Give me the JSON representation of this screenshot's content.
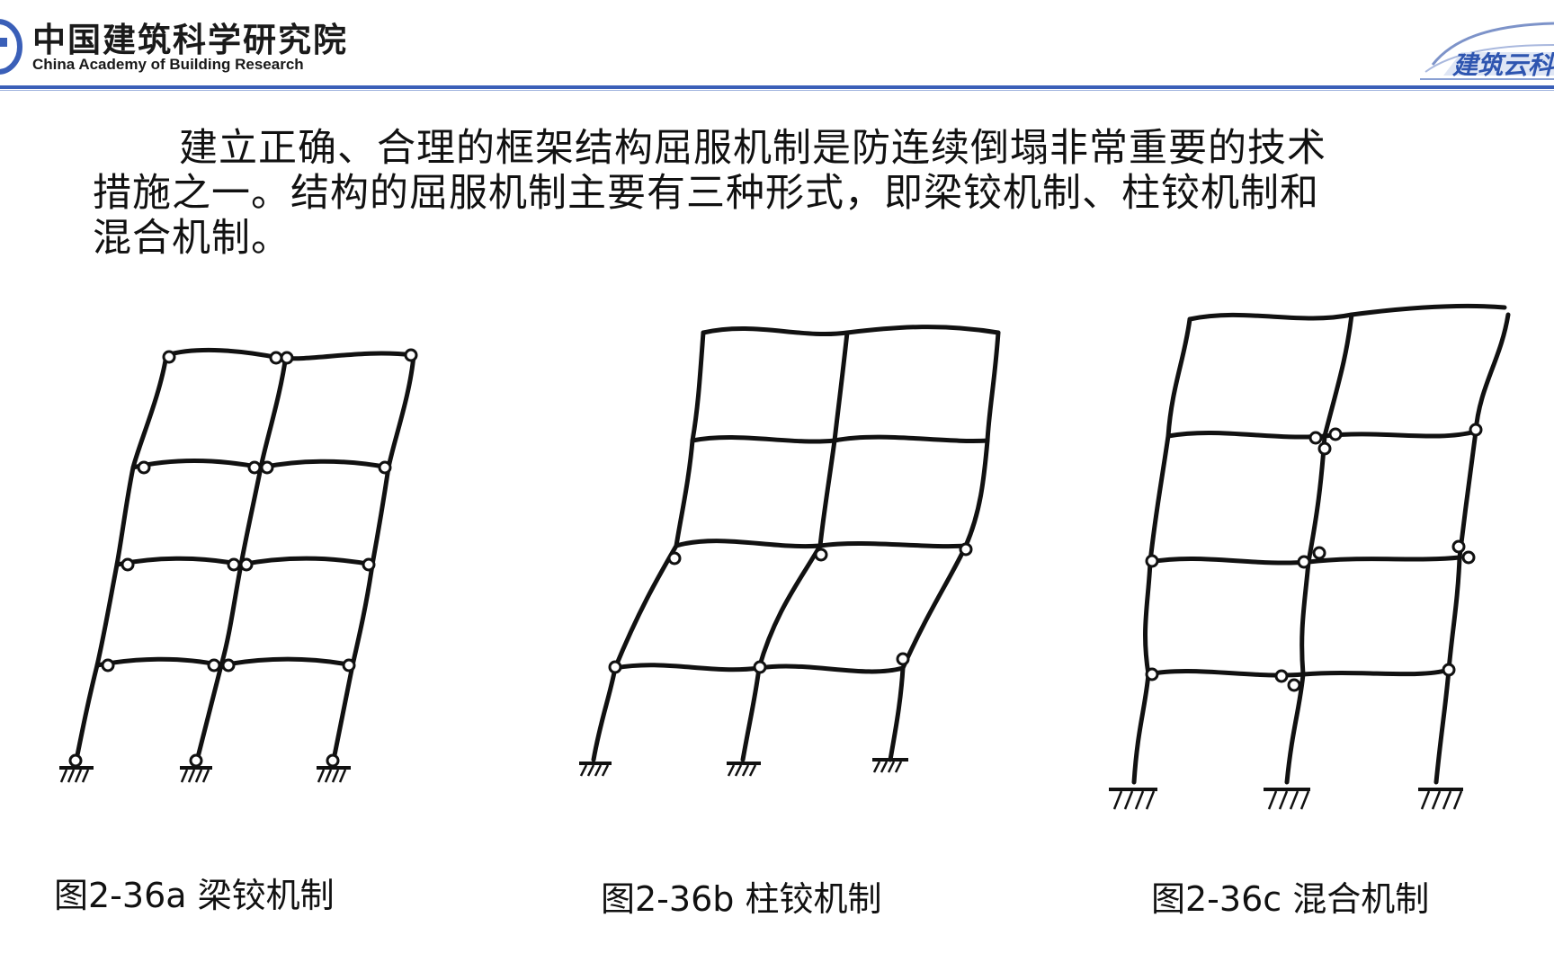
{
  "header": {
    "org_name_cn": "中国建筑科学研究院",
    "org_name_en": "China Academy of Building Research",
    "brand_text": "建筑云科技",
    "accent_color": "#3a5fb8"
  },
  "intro": {
    "lines": [
      "建立正确、合理的框架结构屈服机制是防连续倒塌非常重要的技术",
      "措施之一。结构的屈服机制主要有三种形式，即梁铰机制、柱铰机制和",
      "混合机制。"
    ]
  },
  "figures": [
    {
      "id": "a",
      "caption": "图2-36a  梁铰机制",
      "mechanism": "beam-hinge",
      "stories": 4,
      "bays": 2
    },
    {
      "id": "b",
      "caption": "图2-36b  柱铰机制",
      "mechanism": "column-hinge",
      "stories": 4,
      "bays": 2
    },
    {
      "id": "c",
      "caption": "图2-36c  混合机制",
      "mechanism": "mixed",
      "stories": 4,
      "bays": 2
    }
  ],
  "icons": {
    "org_logo": "cabr-logo-icon",
    "brand_logo": "building-cloud-logo-icon",
    "hinge": "plastic-hinge-icon",
    "support": "fixed-support-icon"
  }
}
